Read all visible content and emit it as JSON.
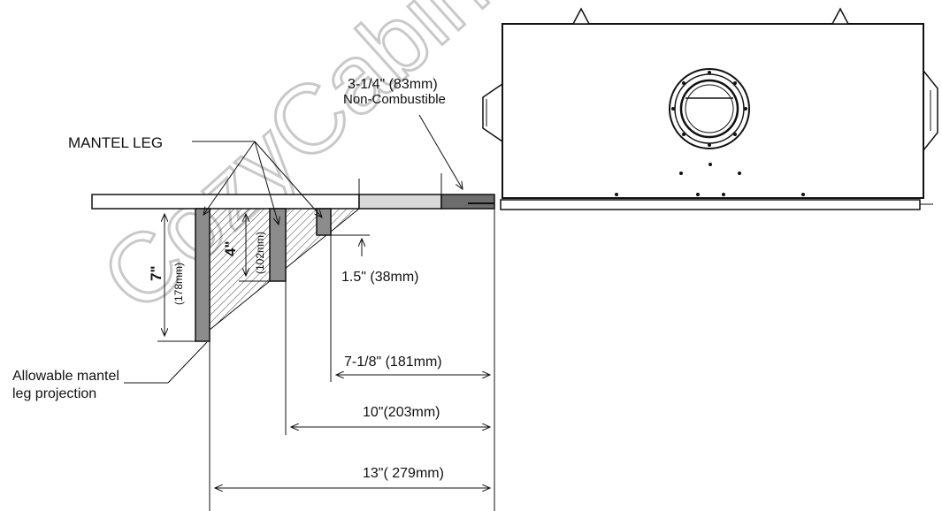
{
  "watermark": "CozyCabins",
  "labels": {
    "mantel_leg": "MANTEL LEG",
    "noncombustible_dim": "3-1/4\"  (83mm)",
    "noncombustible_text": "Non-Combustible",
    "allowable_line1": "Allowable mantel",
    "allowable_line2": "leg projection",
    "dim_7in": "7\"",
    "dim_7mm": "(178mm)",
    "dim_4in": "4\"",
    "dim_4mm": "(102mm)",
    "dim_1_5": "1.5\" (38mm)",
    "dim_7_1_8": "7-1/8\" (181mm)",
    "dim_10": "10\"(203mm)",
    "dim_13": "13\"( 279mm)"
  },
  "colors": {
    "leg_fill": "#8c8c8c",
    "noncombustible_fill": "#6d6d6d",
    "hearth_light": "#d9d9d9"
  }
}
